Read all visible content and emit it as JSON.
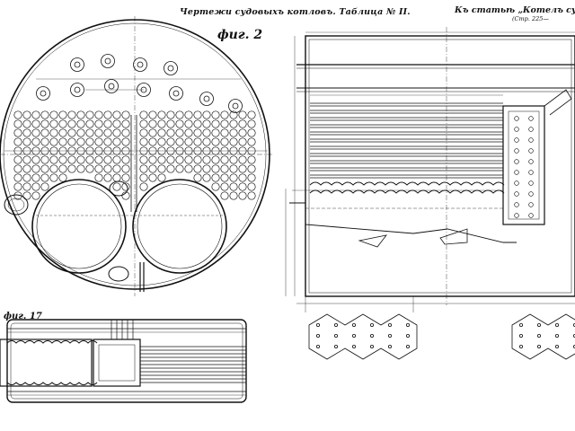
{
  "sheet": {
    "title": "Чертежи судовыхъ котловъ. Таблица № II.",
    "reference_line1": "Къ статьѣ „Котелъ судов",
    "reference_line2": "(Стр. 225—",
    "fig_main": "фиг. 2",
    "fig_small": "фиг. 17"
  },
  "colors": {
    "ink": "#111111",
    "paper": "#ffffff"
  }
}
